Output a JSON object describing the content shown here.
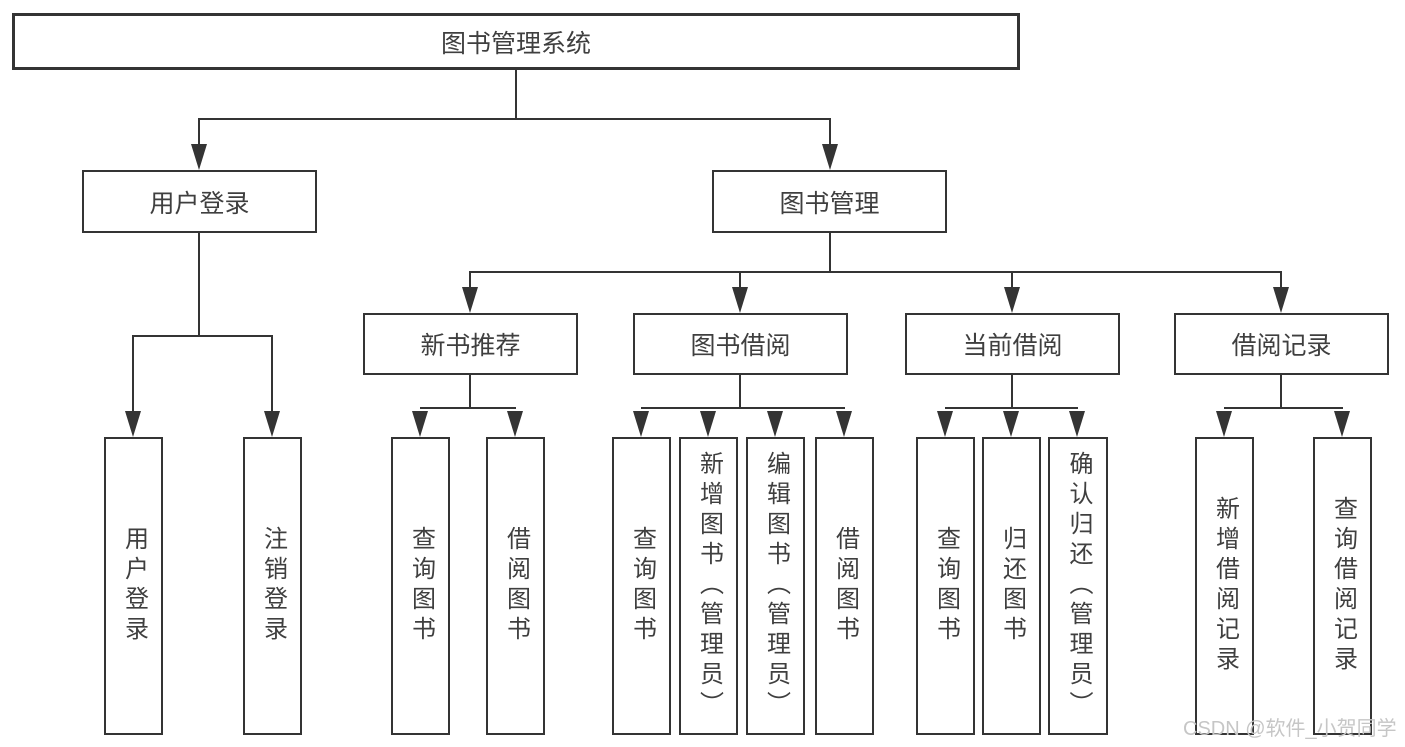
{
  "diagram": {
    "root": {
      "label": "图书管理系统"
    },
    "branches": [
      {
        "label": "用户登录",
        "children": [
          {
            "label": "用户登录"
          },
          {
            "label": "注销登录"
          }
        ]
      },
      {
        "label": "图书管理",
        "children": [
          {
            "label": "新书推荐",
            "children": [
              {
                "label": "查询图书"
              },
              {
                "label": "借阅图书"
              }
            ]
          },
          {
            "label": "图书借阅",
            "children": [
              {
                "label": "查询图书"
              },
              {
                "label": "新增图书（管理员）"
              },
              {
                "label": "编辑图书（管理员）"
              },
              {
                "label": "借阅图书"
              }
            ]
          },
          {
            "label": "当前借阅",
            "children": [
              {
                "label": "查询图书"
              },
              {
                "label": "归还图书"
              },
              {
                "label": "确认归还（管理员）"
              }
            ]
          },
          {
            "label": "借阅记录",
            "children": [
              {
                "label": "新增借阅记录"
              },
              {
                "label": "查询借阅记录"
              }
            ]
          }
        ]
      }
    ]
  },
  "watermark": {
    "text": "CSDN @软件_小贺同学"
  },
  "colors": {
    "line": "#343434",
    "text": "#3f3f3f",
    "background": "#ffffff",
    "watermark": "#c6c6c6"
  }
}
